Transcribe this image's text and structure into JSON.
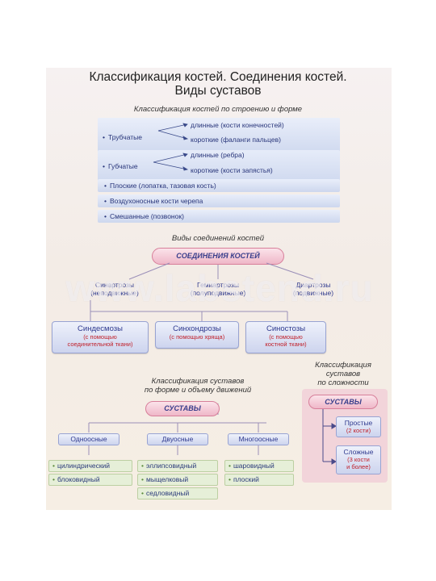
{
  "title_line1": "Классификация костей. Соединения костей.",
  "title_line2": "Виды суставов",
  "bones": {
    "heading": "Классификация костей по строению и форме",
    "tubular": {
      "label": "Трубчатые",
      "long": "длинные  (кости конечностей)",
      "short": "короткие  (фаланги пальцев)"
    },
    "spongy": {
      "label": "Губчатые",
      "long": "длинные  (ребра)",
      "short": "короткие  (кости запястья)"
    },
    "flat": "Плоские  (лопатка, тазовая кость)",
    "air": "Воздухоносные кости черепа",
    "mixed": "Смешанные  (позвонок)"
  },
  "joints": {
    "heading": "Виды соединений костей",
    "root": "СОЕДИНЕНИЯ КОСТЕЙ",
    "level": [
      {
        "name": "Синартрозы",
        "note": "(неподвижные)"
      },
      {
        "name": "Гемиартрозы",
        "note": "(полуподвижные)"
      },
      {
        "name": "Диартрозы",
        "note": "(подвижные)"
      }
    ],
    "cards": [
      {
        "name": "Синдесмозы",
        "note1": "(с помощью",
        "note2": "соединительной ткани)"
      },
      {
        "name": "Синхондрозы",
        "note1": "(с помощью хряща)",
        "note2": ""
      },
      {
        "name": "Синостозы",
        "note1": "(с помощью",
        "note2": "костной ткани)"
      }
    ]
  },
  "articulations": {
    "heading_line1": "Классификация суставов",
    "heading_line2": "по форме и объему движений",
    "root": "СУСТАВЫ",
    "groups": [
      {
        "name": "Одноосные",
        "items": [
          "цилиндрический",
          "блоковидный"
        ]
      },
      {
        "name": "Двуосные",
        "items": [
          "эллипсовидный",
          "мыщелковый",
          "седловидный"
        ]
      },
      {
        "name": "Многоосные",
        "items": [
          "шаровидный",
          "плоский"
        ]
      }
    ]
  },
  "complexity": {
    "heading_line1": "Классификация",
    "heading_line2": "суставов",
    "heading_line3": "по сложности",
    "root": "СУСТАВЫ",
    "simple": {
      "name": "Простые",
      "note": "(2 кости)"
    },
    "complex": {
      "name": "Сложные",
      "note1": "(3 кости",
      "note2": "и более)"
    }
  },
  "watermark": "www.labstend.ru"
}
